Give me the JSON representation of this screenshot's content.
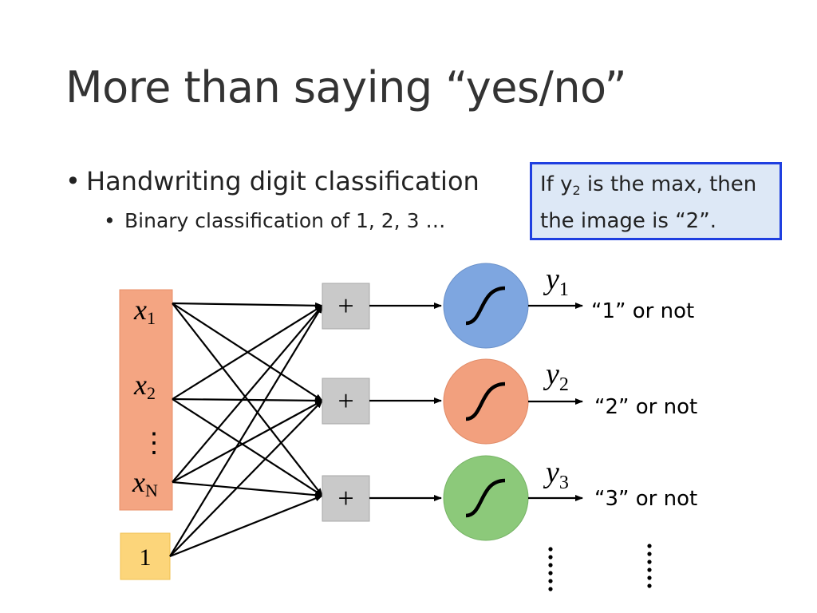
{
  "slide": {
    "title": "More than saying “yes/no”",
    "bullets": [
      {
        "text": "Handwriting digit classification"
      },
      {
        "text": "Binary classification of 1, 2, 3 …"
      }
    ],
    "callout": {
      "prefix": "If y",
      "subscript": "2",
      "suffix": " is the max, then",
      "line2": "the image is “2”."
    }
  },
  "diagram": {
    "inputs": {
      "x": "x",
      "sub1": "1",
      "sub2": "2",
      "dots": "⋮",
      "subN": "N",
      "bias": "1"
    },
    "sum_symbol": "+",
    "outputs": [
      {
        "y": "y",
        "sub": "1",
        "label": "“1” or not",
        "color": "#7ea6e0"
      },
      {
        "y": "y",
        "sub": "2",
        "label": "“2” or not",
        "color": "#f2a07e"
      },
      {
        "y": "y",
        "sub": "3",
        "label": "“3” or not",
        "color": "#8cc97a"
      }
    ],
    "activation_icon": "sigmoid-curve-icon",
    "continuation": "vertical-ellipsis"
  }
}
